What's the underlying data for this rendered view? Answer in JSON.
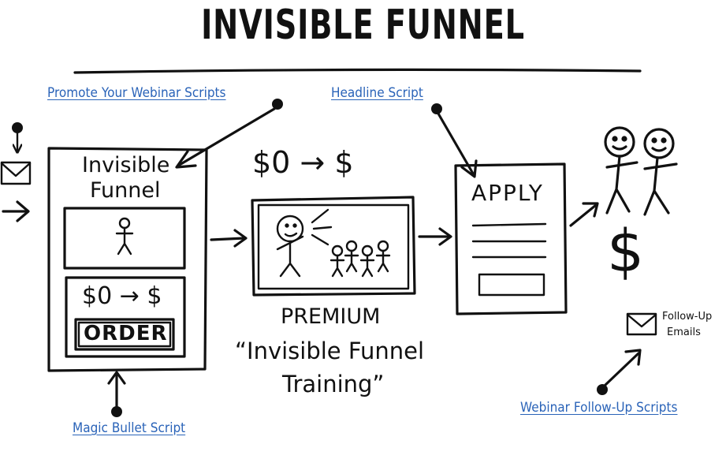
{
  "title": "INVISIBLE FUNNEL",
  "links": {
    "promote": "Promote Your Webinar Scripts",
    "headline": "Headline Script",
    "magic_bullet": "Magic Bullet Script",
    "followup_scripts": "Webinar Follow-Up Scripts"
  },
  "funnel_box": {
    "title_line1": "Invisible",
    "title_line2": "Funnel",
    "price_label": "$0 → $",
    "order_label": "ORDER"
  },
  "webinar": {
    "price_label": "$0 → $",
    "caption_line1": "PREMIUM",
    "caption_line2": "“Invisible Funnel",
    "caption_line3": "Training”"
  },
  "apply_page": {
    "label": "APPLY"
  },
  "result": {
    "dollar": "$"
  },
  "followup": {
    "line1": "Follow-Up",
    "line2": "Emails"
  },
  "colors": {
    "ink": "#111111",
    "link": "#2a63b8"
  }
}
